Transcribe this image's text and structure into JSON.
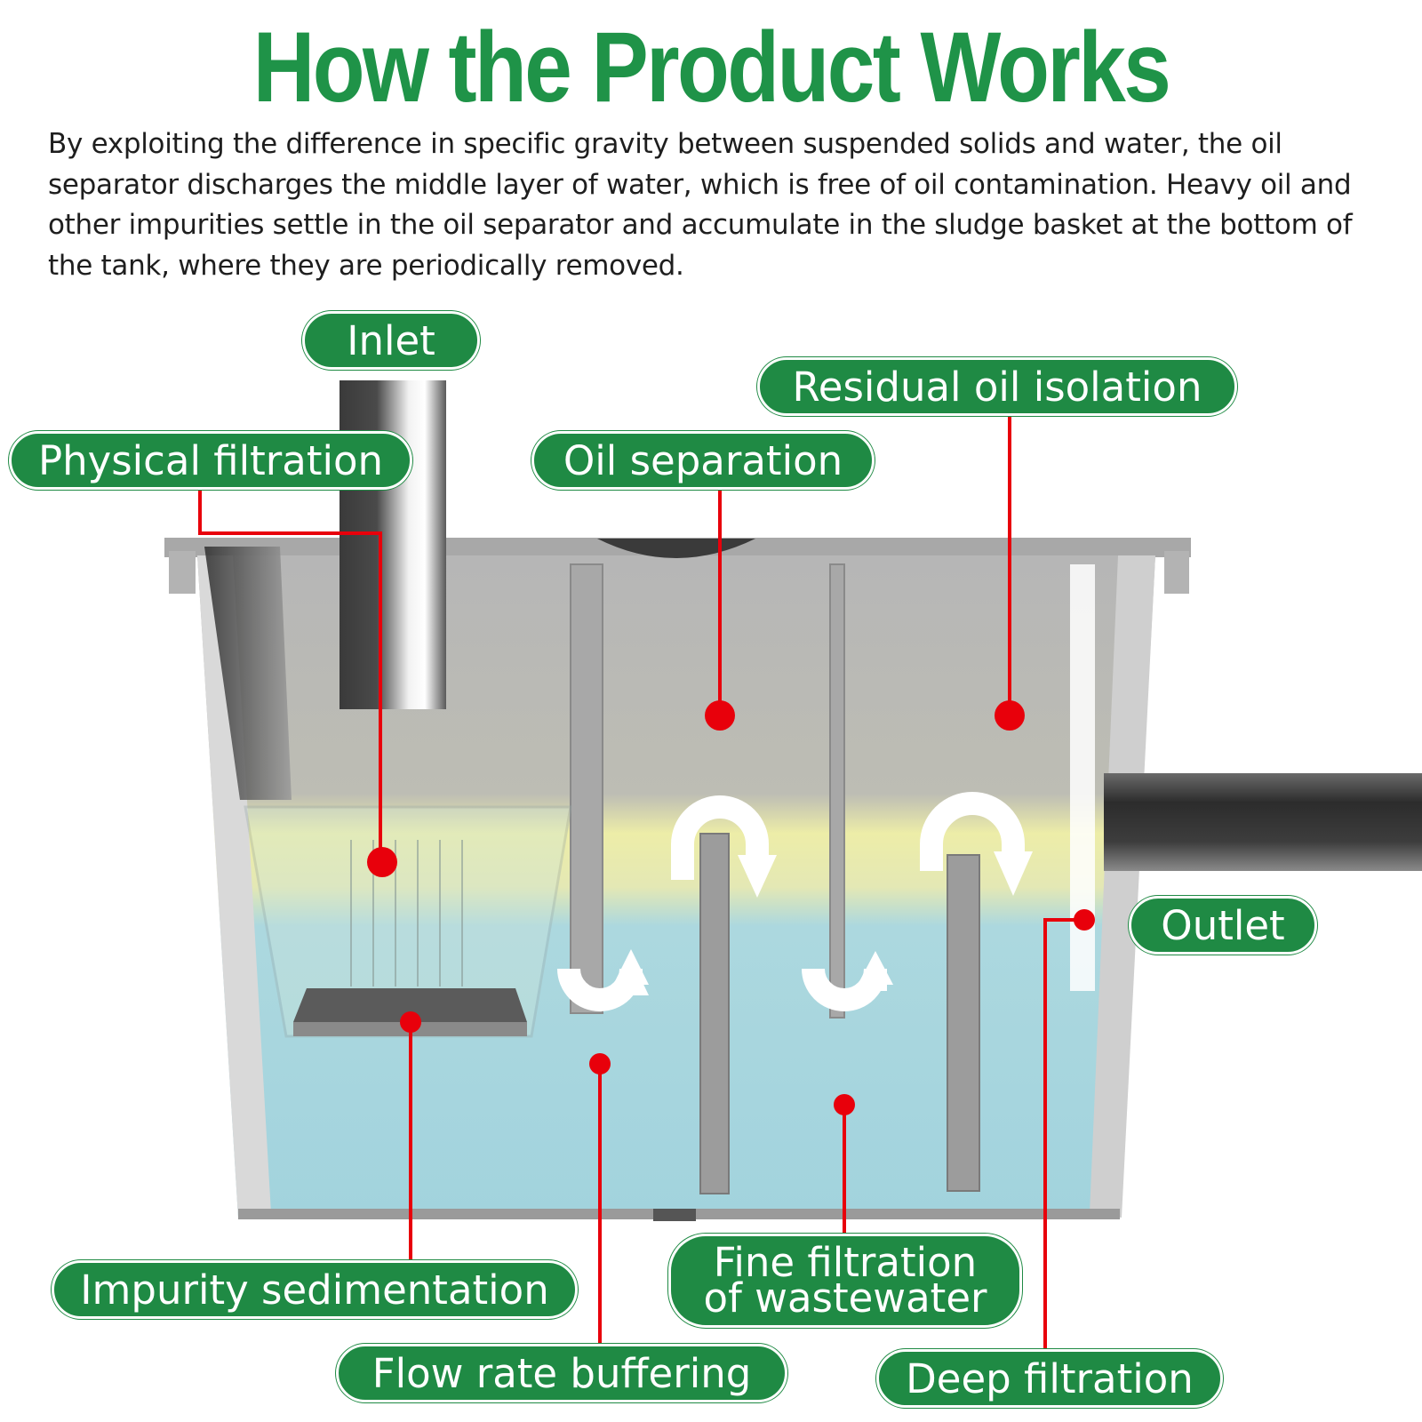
{
  "title": "How the Product Works",
  "description": "By exploiting the difference in specific gravity between suspended solids and water, the oil separator discharges the middle layer of water, which is free of oil contamination. Heavy oil and other impurities settle in the oil separator and accumulate in the sludge basket at the bottom of the tank, where they are periodically removed.",
  "labels": {
    "inlet": "Inlet",
    "physical_filtration": "Physical filtration",
    "oil_separation": "Oil separation",
    "residual_oil_isolation": "Residual oil isolation",
    "outlet": "Outlet",
    "impurity_sedimentation": "Impurity sedimentation",
    "flow_rate_buffering": "Flow rate buffering",
    "fine_filtration_line1": "Fine filtration",
    "fine_filtration_line2": "of wastewater",
    "deep_filtration": "Deep filtration"
  },
  "colors": {
    "title_green": "#1f9348",
    "pill_green": "#1f8a44",
    "leader_red": "#e8000b",
    "water_blue": "#a8d8e0",
    "oil_yellow": "#ecebb0",
    "tank_gray": "#b9b9b9"
  }
}
